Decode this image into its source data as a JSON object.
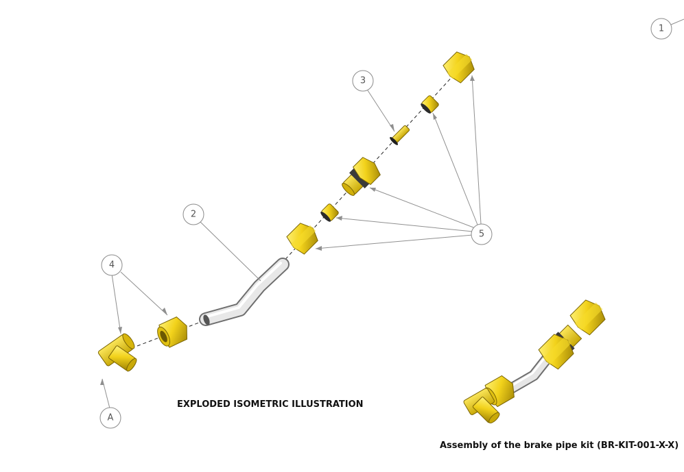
{
  "balloons": {
    "b1": "1",
    "b2": "2",
    "b3": "3",
    "b4": "4",
    "b5": "5",
    "bA": "A"
  },
  "captions": {
    "exploded": "EXPLODED ISOMETRIC ILLUSTRATION",
    "assembly": "Assembly of the brake pipe kit (BR-KIT-001-X-X)"
  },
  "colors": {
    "brass": "#f2d21b",
    "brass_dark": "#b89a06",
    "brass_shadow": "#7a6404",
    "pipe": "#d9d9d9",
    "pipe_dark": "#8c8c8c",
    "leader": "#8f8f8f"
  },
  "icons": [
    "hex-nut",
    "olive-ring",
    "union-adapter",
    "insert-sleeve",
    "elbow-fitting",
    "bent-pipe"
  ]
}
